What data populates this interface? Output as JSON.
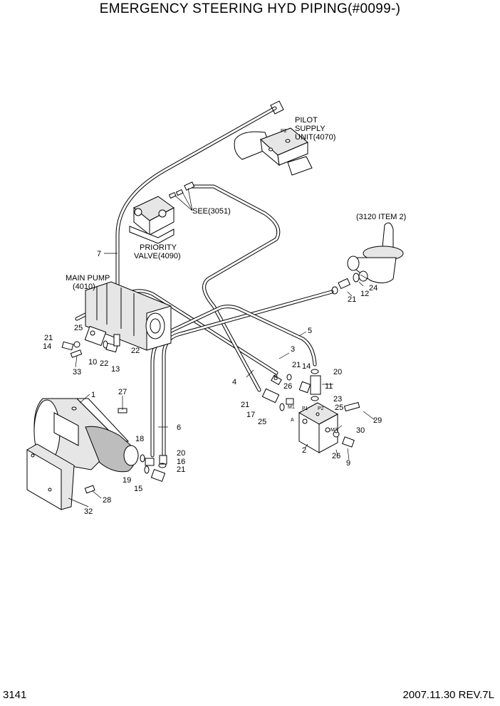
{
  "title": "EMERGENCY STEERING HYD PIPING(#0099-)",
  "page_number": "3141",
  "revision": "2007.11.30  REV.7L",
  "notes": {
    "pilot": [
      "PILOT",
      "SUPPLY",
      "UNIT(4070)"
    ],
    "priority": [
      "PRIORITY",
      "VALVE(4090)"
    ],
    "mainpump": [
      "MAIN PUMP",
      "(4010)"
    ],
    "see": "SEE(3051)",
    "item2": "(3120 ITEM 2)"
  },
  "port_labels": {
    "p2_pilot": "P2",
    "m1": "M1",
    "p1": "P1",
    "p2": "P2",
    "a": "A",
    "m2": "M2"
  },
  "callouts": {
    "c1": "1",
    "c2": "2",
    "c3": "3",
    "c4": "4",
    "c5": "5",
    "c6": "6",
    "c7": "7",
    "c8": "8",
    "c9": "9",
    "c10": "10",
    "c11": "11",
    "c12": "12",
    "c13": "13",
    "c14a": "14",
    "c14b": "14",
    "c15": "15",
    "c16": "16",
    "c17": "17",
    "c18": "18",
    "c19": "19",
    "c20a": "20",
    "c20b": "20",
    "c21a": "21",
    "c21b": "21",
    "c21c": "21",
    "c21d": "21",
    "c21e": "21",
    "c22a": "22",
    "c22b": "22",
    "c23": "23",
    "c24": "24",
    "c25a": "25",
    "c25b": "25",
    "c25c": "25",
    "c26a": "26",
    "c26b": "26",
    "c27": "27",
    "c28": "28",
    "c29": "29",
    "c30": "30",
    "c32": "32",
    "c33": "33"
  }
}
